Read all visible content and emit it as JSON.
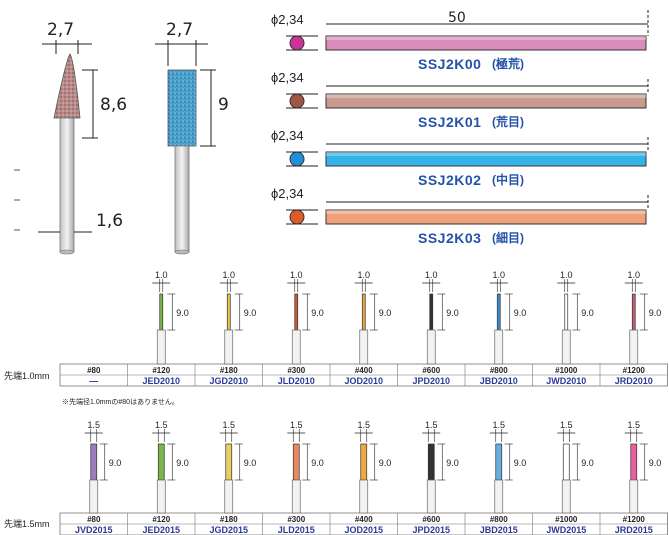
{
  "top_left": {
    "cone_tool": {
      "top_width": "2,7",
      "length": "8,6",
      "shank": "1,6"
    },
    "cyl_tool": {
      "top_width": "2,7",
      "length": "9"
    }
  },
  "rods": {
    "length": "50",
    "items": [
      {
        "dia": "2,34",
        "code": "SSJ2K00",
        "grade": "(極荒)",
        "color": "#d98bbb",
        "dot": "#cc3399"
      },
      {
        "dia": "2,34",
        "code": "SSJ2K01",
        "grade": "(荒目)",
        "color": "#c99a8e",
        "dot": "#a25544"
      },
      {
        "dia": "2,34",
        "code": "SSJ2K02",
        "grade": "(中目)",
        "color": "#33b3e8",
        "dot": "#2090d8"
      },
      {
        "dia": "2,34",
        "code": "SSJ2K03",
        "grade": "(細目)",
        "color": "#f0a07a",
        "dot": "#e05a2a"
      }
    ]
  },
  "row1": {
    "label": "先端1.0mm",
    "tip": "1.0",
    "len": "9.0",
    "note": "※先端径1.0mmの#80はありません。",
    "cols": [
      {
        "grit": "#80",
        "code": "—",
        "color": "none"
      },
      {
        "grit": "#120",
        "code": "JED2010",
        "color": "#7ab648"
      },
      {
        "grit": "#180",
        "code": "JGD2010",
        "color": "#e8c84a"
      },
      {
        "grit": "#300",
        "code": "JLD2010",
        "color": "#c45a30"
      },
      {
        "grit": "#400",
        "code": "JOD2010",
        "color": "#f0a040"
      },
      {
        "grit": "#600",
        "code": "JPD2010",
        "color": "#333333"
      },
      {
        "grit": "#800",
        "code": "JBD2010",
        "color": "#3a8ad0"
      },
      {
        "grit": "#1000",
        "code": "JWD2010",
        "color": "#ffffff"
      },
      {
        "grit": "#1200",
        "code": "JRD2010",
        "color": "#c06070"
      }
    ]
  },
  "row2": {
    "label": "先端1.5mm",
    "tip": "1.5",
    "len": "9.0",
    "cols": [
      {
        "grit": "#80",
        "code": "JVD2015",
        "color": "#9b7cc0"
      },
      {
        "grit": "#120",
        "code": "JED2015",
        "color": "#7ab648"
      },
      {
        "grit": "#180",
        "code": "JGD2015",
        "color": "#e8d060"
      },
      {
        "grit": "#300",
        "code": "JLD2015",
        "color": "#e88860"
      },
      {
        "grit": "#400",
        "code": "JOD2015",
        "color": "#f0a840"
      },
      {
        "grit": "#600",
        "code": "JPD2015",
        "color": "#333333"
      },
      {
        "grit": "#800",
        "code": "JBD2015",
        "color": "#6aaee0"
      },
      {
        "grit": "#1000",
        "code": "JWD2015",
        "color": "#ffffff"
      },
      {
        "grit": "#1200",
        "code": "JRD2015",
        "color": "#e860a0"
      }
    ]
  }
}
